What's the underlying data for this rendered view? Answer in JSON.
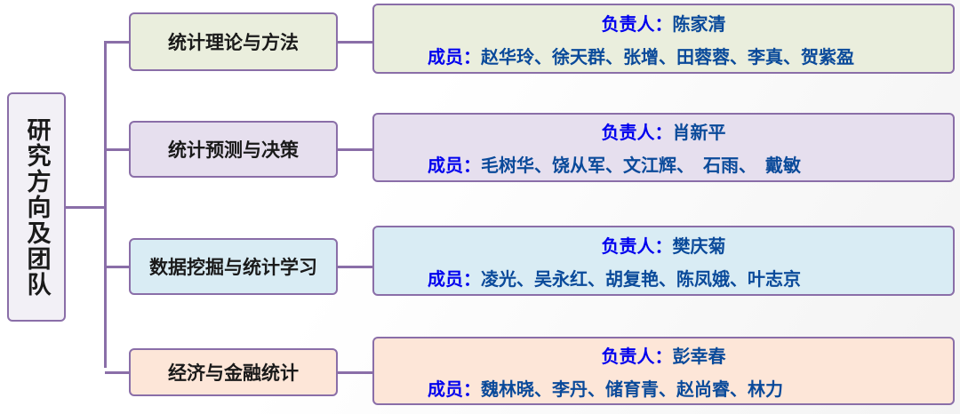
{
  "root": "研究方向及团队",
  "lead_label": "负责人：",
  "member_label": "成员：",
  "colors": {
    "border": "#8a6ea8",
    "label": "#0000ee",
    "names": "#0a4a9a"
  },
  "directions": [
    {
      "title": "统计理论与方法",
      "lead": "陈家清",
      "members": "赵华玲、徐天群、张增、田蓉蓉、李真、贺紫盈",
      "fill": "#eaeedd"
    },
    {
      "title": "统计预测与决策",
      "lead": "肖新平",
      "members": "毛树华、饶从军、文江辉、　石雨、　戴敏",
      "fill": "#e6dfee"
    },
    {
      "title": "数据挖掘与统计学习",
      "lead": "樊庆菊",
      "members": "凌光、吴永红、胡复艳、陈凤娥、叶志京",
      "fill": "#d9ecf4"
    },
    {
      "title": "经济与金融统计",
      "lead": "彭幸春",
      "members": "魏林晓、李丹、储育青、赵尚睿、林力",
      "fill": "#fde6d8"
    }
  ]
}
